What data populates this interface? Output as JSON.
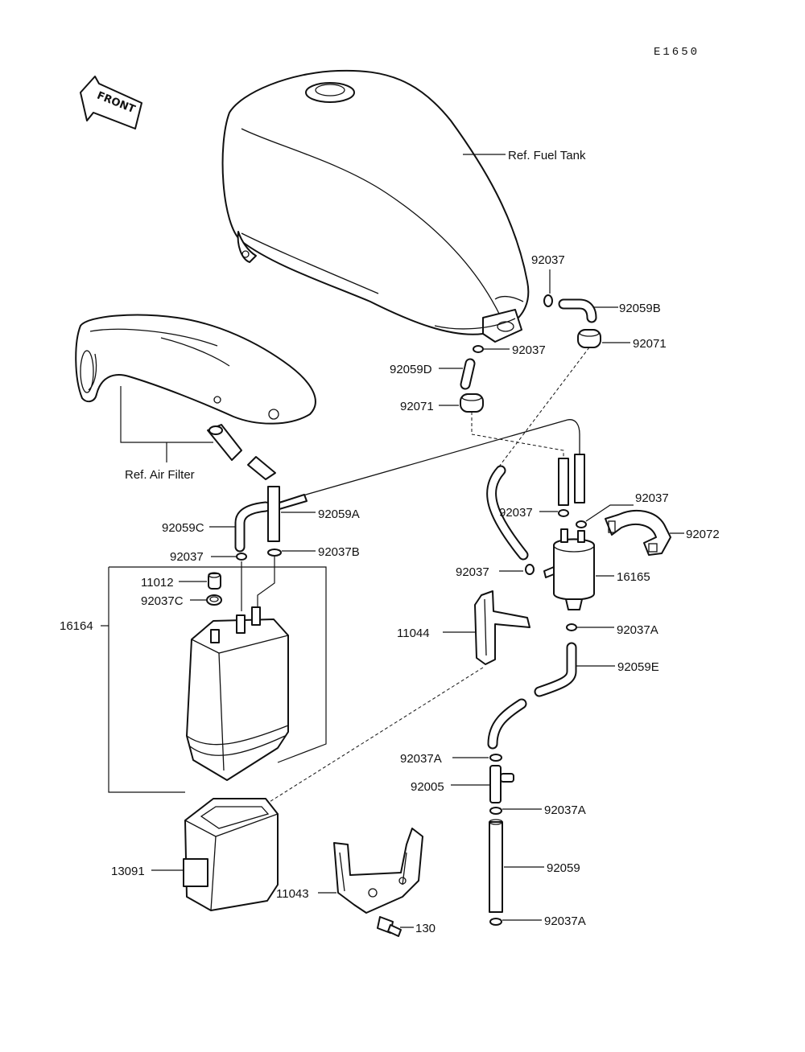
{
  "diagram_code": "E1650",
  "front_label": "FRONT",
  "labels": {
    "ref_fuel_tank": "Ref. Fuel Tank",
    "ref_air_filter": "Ref. Air Filter",
    "p92037_top": "92037",
    "p92059B": "92059B",
    "p92037_mid": "92037",
    "p92071_right": "92071",
    "p92059D": "92059D",
    "p92071_left": "92071",
    "p92037_right": "92037",
    "p92037_pair": "92037",
    "p92072": "92072",
    "p92059A": "92059A",
    "p92059C": "92059C",
    "p92037_canister": "92037",
    "p92037B": "92037B",
    "p11012": "11012",
    "p92037C": "92037C",
    "p16164": "16164",
    "p92037_hose": "92037",
    "p16165": "16165",
    "p11044": "11044",
    "p92037A_1": "92037A",
    "p92059E": "92059E",
    "p92037A_2": "92037A",
    "p92005": "92005",
    "p92037A_3": "92037A",
    "p92059": "92059",
    "p92037A_4": "92037A",
    "p13091": "13091",
    "p11043": "11043",
    "p130": "130"
  }
}
